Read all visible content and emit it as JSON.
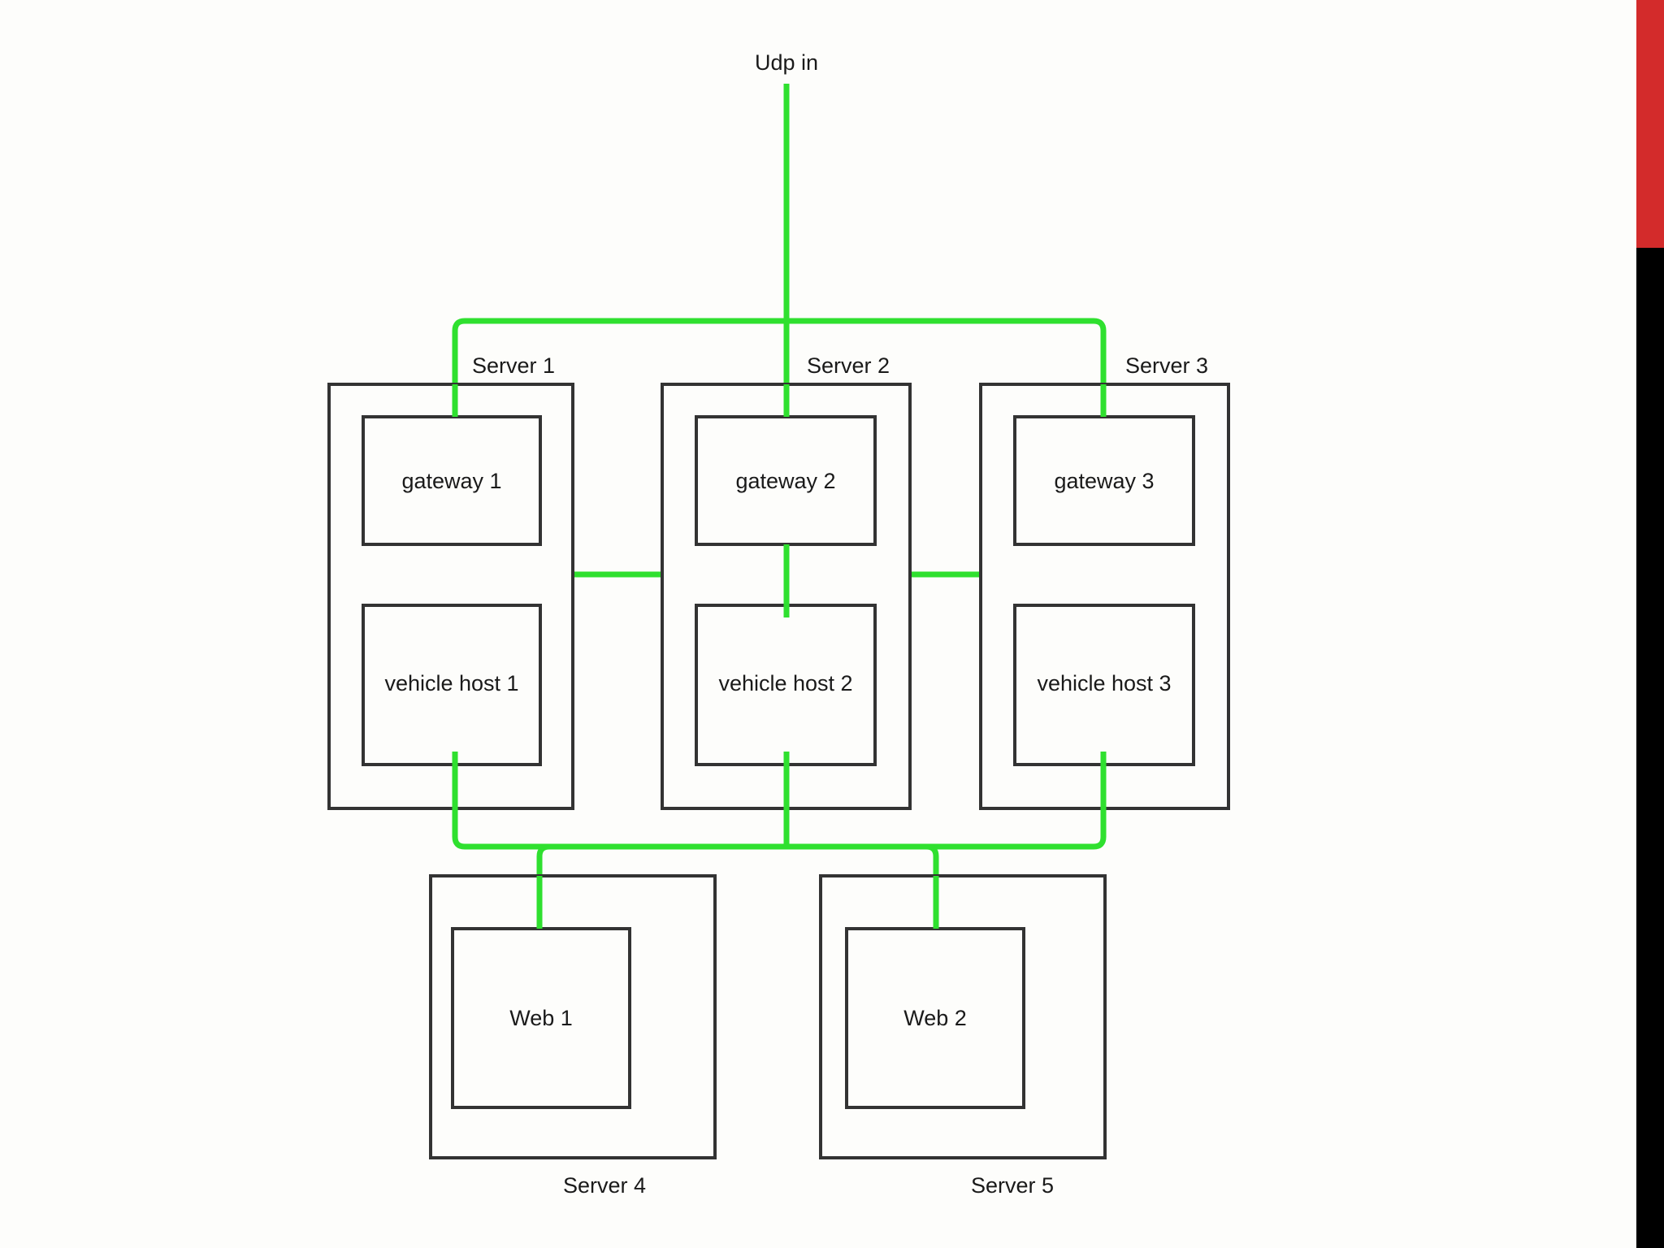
{
  "diagram": {
    "title": "Udp in",
    "source": {
      "label": "Udp in"
    },
    "accent_color": "#2fe02f",
    "box_stroke_color": "#333333",
    "background_color": "#fdfdfb",
    "edge_strip": {
      "top_color": "#d32b2b",
      "bottom_color": "#000000"
    },
    "groups": [
      {
        "id": "server1",
        "label": "Server 1",
        "label_position": "above"
      },
      {
        "id": "server2",
        "label": "Server 2",
        "label_position": "above"
      },
      {
        "id": "server3",
        "label": "Server 3",
        "label_position": "above"
      },
      {
        "id": "server4",
        "label": "Server 4",
        "label_position": "below"
      },
      {
        "id": "server5",
        "label": "Server 5",
        "label_position": "below"
      }
    ],
    "nodes": [
      {
        "id": "gateway1",
        "label": "gateway 1",
        "group": "server1"
      },
      {
        "id": "gateway2",
        "label": "gateway 2",
        "group": "server2"
      },
      {
        "id": "gateway3",
        "label": "gateway 3",
        "group": "server3"
      },
      {
        "id": "vehiclehost1",
        "label": "vehicle host 1",
        "group": "server1"
      },
      {
        "id": "vehiclehost2",
        "label": "vehicle host 2",
        "group": "server2"
      },
      {
        "id": "vehiclehost3",
        "label": "vehicle host 3",
        "group": "server3"
      },
      {
        "id": "web1",
        "label": "Web 1",
        "group": "server4"
      },
      {
        "id": "web2",
        "label": "Web 2",
        "group": "server5"
      }
    ],
    "connections": [
      {
        "from": "Udp in",
        "to": "gateway 1"
      },
      {
        "from": "Udp in",
        "to": "gateway 2"
      },
      {
        "from": "Udp in",
        "to": "gateway 3"
      },
      {
        "from": "gateway 1",
        "to": "vehicle host 1"
      },
      {
        "from": "gateway 2",
        "to": "vehicle host 2"
      },
      {
        "from": "gateway 3",
        "to": "vehicle host 3"
      },
      {
        "from": "vehicle host 1",
        "to": "Web 1"
      },
      {
        "from": "vehicle host 2",
        "to": "Web 1"
      },
      {
        "from": "vehicle host 2",
        "to": "Web 2"
      },
      {
        "from": "vehicle host 3",
        "to": "Web 2"
      }
    ]
  }
}
